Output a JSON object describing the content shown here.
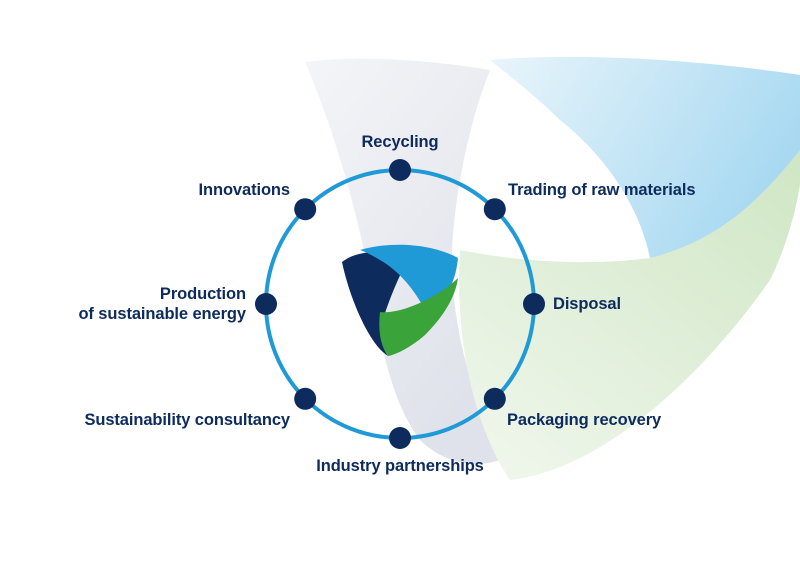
{
  "colors": {
    "navy": "#0d2b5c",
    "ring_blue": "#1f9ad6",
    "logo_light_blue": "#1f9ad6",
    "logo_green": "#3aa339",
    "swirl_light_blue": "#bfe3f5",
    "swirl_light_green": "#d8ecd0",
    "swirl_grey": "#e6e8ee"
  },
  "center_icon": "triangular-swirl-logo-icon",
  "node_icon": "circle-node-icon",
  "nodes": [
    {
      "label": "Recycling"
    },
    {
      "label": "Trading of raw materials"
    },
    {
      "label": "Disposal"
    },
    {
      "label": "Packaging recovery"
    },
    {
      "label": "Industry partnerships"
    },
    {
      "label": "Sustainability consultancy"
    },
    {
      "label": "Production",
      "label_line2": "of sustainable energy"
    },
    {
      "label": "Innovations"
    }
  ]
}
